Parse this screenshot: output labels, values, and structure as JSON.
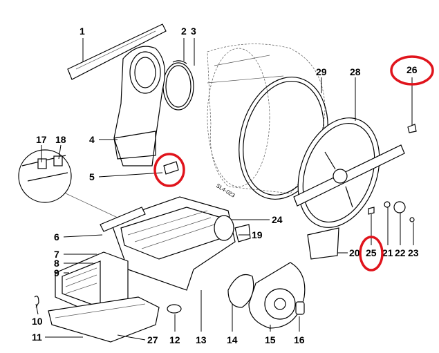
{
  "diagram": {
    "drawing_code": "SL4-023",
    "highlight_color": "#e0141c",
    "part_numbers": [
      "1",
      "2",
      "3",
      "4",
      "5",
      "6",
      "7",
      "8",
      "9",
      "10",
      "11",
      "12",
      "13",
      "14",
      "15",
      "16",
      "17",
      "18",
      "19",
      "20",
      "21",
      "22",
      "23",
      "24",
      "25",
      "26",
      "27",
      "28",
      "29"
    ],
    "highlighted_parts": [
      "5",
      "25",
      "26"
    ]
  }
}
